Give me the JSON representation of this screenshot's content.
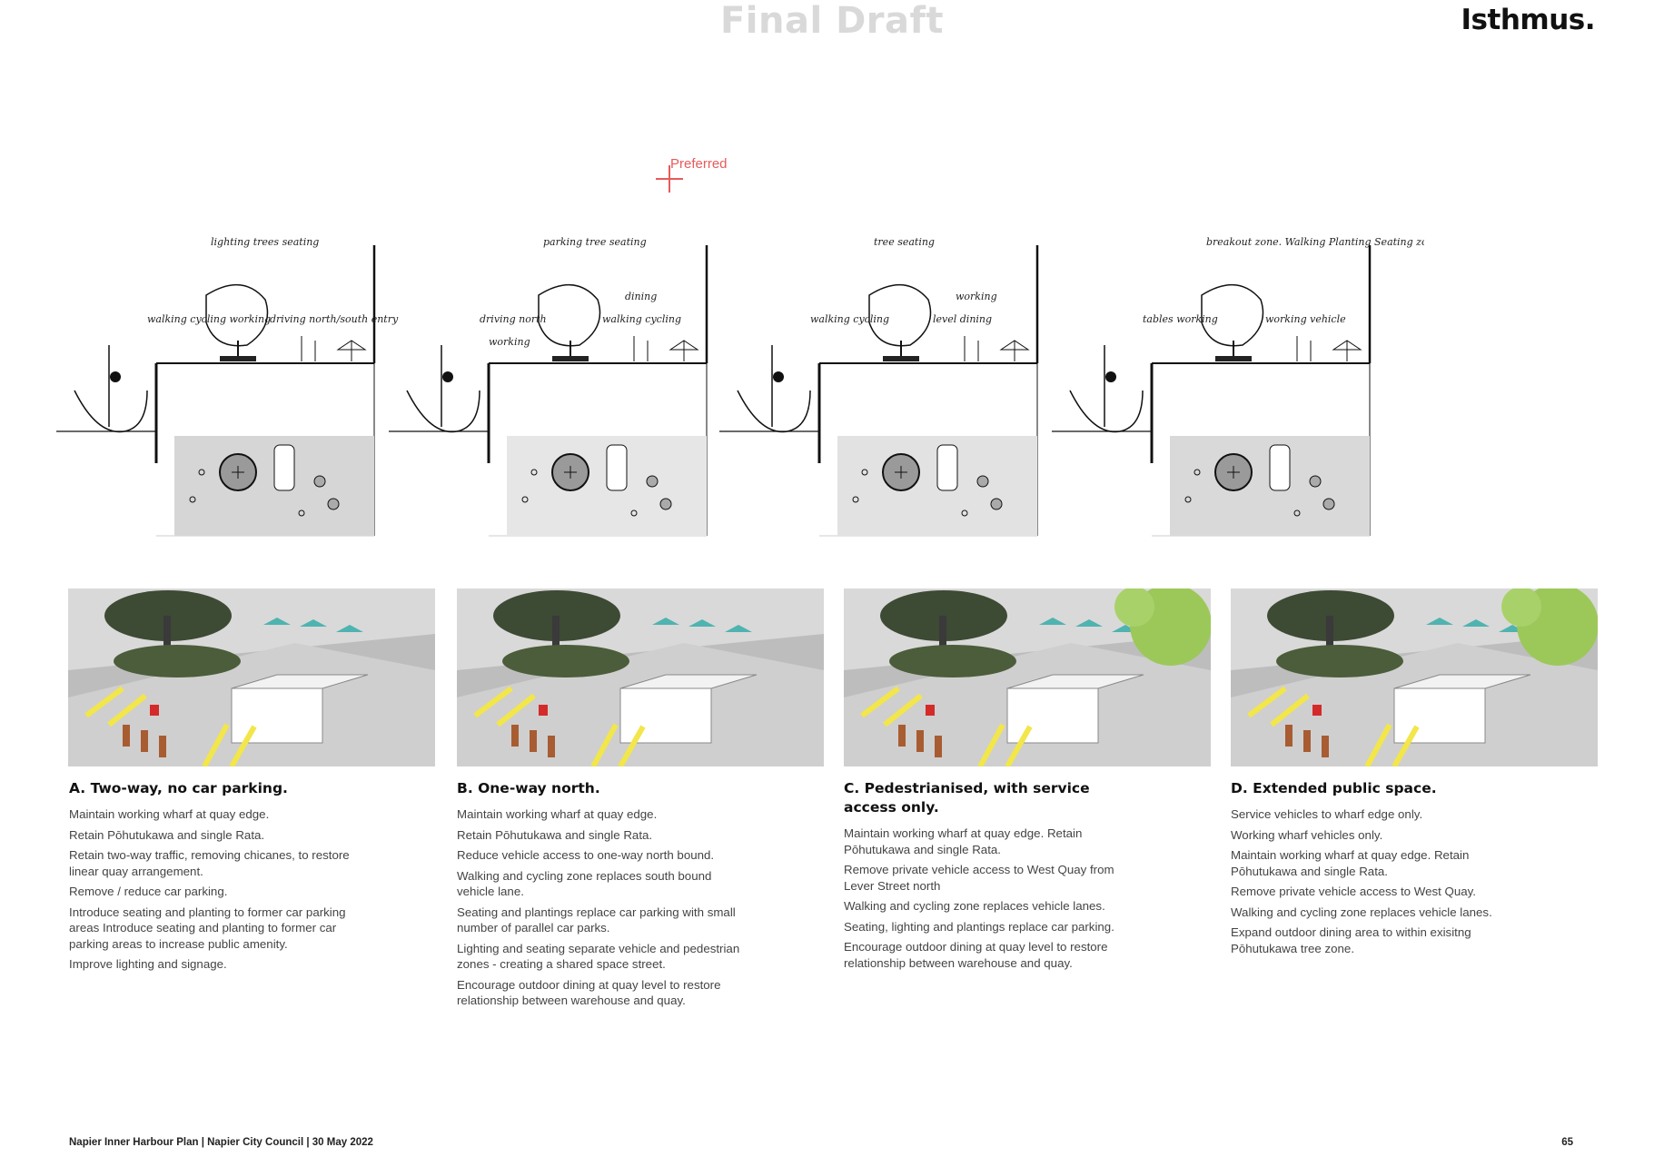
{
  "header": {
    "watermark": "Final Draft",
    "brand": "Isthmus."
  },
  "preferred_marker": {
    "label": "Preferred"
  },
  "options": [
    {
      "title": "A. Two-way, no car parking.",
      "sketch_notes": [
        "lighting trees seating",
        "walking cycling working",
        "driving north/south entry"
      ],
      "items": [
        "Maintain working wharf at quay edge.",
        "Retain Pōhutukawa and single Rata.",
        "Retain two-way traffic, removing chicanes, to restore linear quay arrangement.",
        "Remove / reduce car parking.",
        "Introduce seating and planting to former car parking areas Introduce seating and planting to former car parking areas to increase public amenity.",
        "Improve lighting and signage."
      ]
    },
    {
      "title": "B. One-way north.",
      "sketch_notes": [
        "parking tree seating",
        "driving north",
        "walking cycling",
        "dining",
        "working"
      ],
      "items": [
        "Maintain working wharf at quay edge.",
        "Retain Pōhutukawa and single Rata.",
        "Reduce vehicle access to one-way north bound.",
        "Walking and cycling zone replaces south bound vehicle lane.",
        "Seating and plantings replace car parking with small number of parallel car parks.",
        "Lighting and seating separate vehicle and pedestrian zones - creating a shared space street.",
        "Encourage outdoor dining at quay level to restore relationship between warehouse and quay."
      ]
    },
    {
      "title": "C. Pedestrianised, with service access only.",
      "sketch_notes": [
        "tree seating",
        "walking cycling",
        "level dining",
        "working"
      ],
      "items": [
        "Maintain working wharf at quay edge. Retain Pōhutukawa and single Rata.",
        "Remove private vehicle access to West Quay from Lever Street north",
        "Walking and cycling zone replaces vehicle lanes.",
        "Seating, lighting and plantings replace car parking.",
        "Encourage outdoor dining at quay level to restore relationship between warehouse and quay."
      ]
    },
    {
      "title": "D. Extended public space.",
      "sketch_notes": [
        "breakout zone. Walking Planting Seating zones",
        "tables working",
        "working vehicle"
      ],
      "items": [
        "Service vehicles to wharf edge only.",
        "Working wharf vehicles only.",
        "Maintain working wharf at quay edge. Retain Pōhutukawa and single Rata.",
        "Remove private vehicle access to West Quay.",
        "Walking and cycling zone replaces vehicle lanes.",
        "Expand outdoor dining area to within exisitng Pōhutukawa tree zone."
      ]
    }
  ],
  "footer": {
    "left": "Napier Inner Harbour Plan | Napier City Council | 30 May 2022",
    "page": "65"
  }
}
